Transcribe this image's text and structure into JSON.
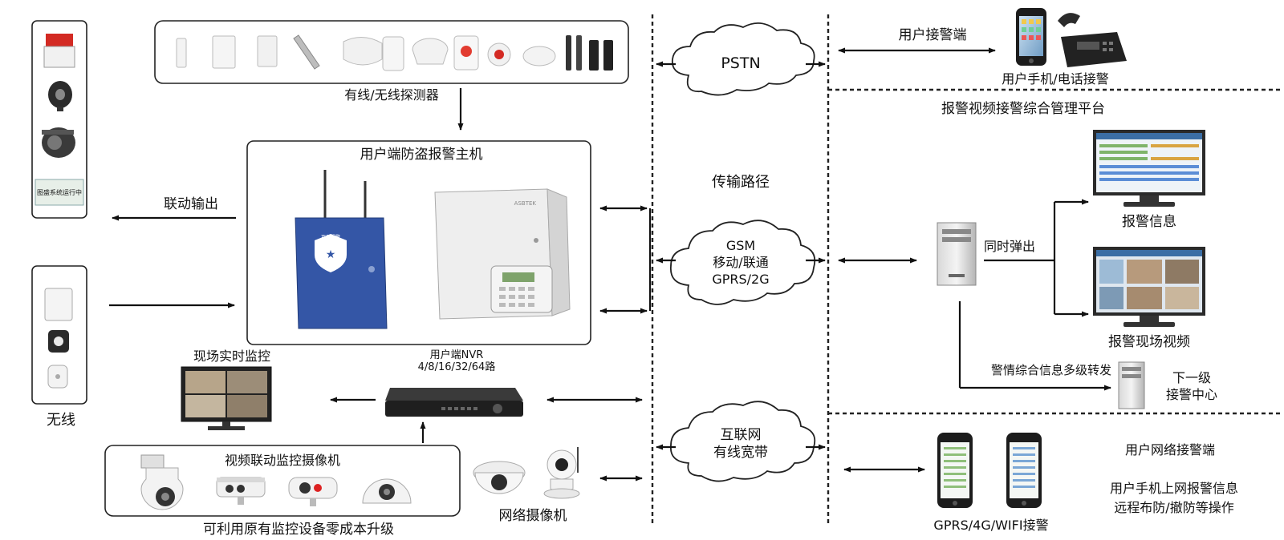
{
  "labels": {
    "detectors": "有线/无线探测器",
    "host": "用户端防盗报警主机",
    "linkage_output": "联动输出",
    "wireless": "无线",
    "realtime_monitor": "现场实时监控",
    "nvr_title": "用户端NVR",
    "nvr_channels": "4/8/16/32/64路",
    "video_cams": "视频联动监控摄像机",
    "upgrade": "可利用原有监控设备零成本升级",
    "network_camera": "网络摄像机",
    "transmission": "传输路径",
    "pstn": "PSTN",
    "gsm_1": "GSM",
    "gsm_2": "移动/联通",
    "gsm_3": "GPRS/2G",
    "internet_1": "互联网",
    "internet_2": "有线宽带",
    "user_receiver": "用户接警端",
    "user_phone": "用户手机/电话接警",
    "platform": "报警视频接警综合管理平台",
    "alarm_info": "报警信息",
    "popup": "同时弹出",
    "alarm_video": "报警现场视频",
    "forward": "警情综合信息多级转发",
    "lower_1": "下一级",
    "lower_2": "接警中心",
    "net_receiver": "用户网络接警端",
    "net_desc_1": "用户手机上网报警信息",
    "net_desc_2": "远程布防/撤防等操作",
    "mobile_receive": "GPRS/4G/WIFI接警"
  },
  "devices": {
    "host_brand": "ASBTEK",
    "alarm_sign": "图盛系统运行中",
    "badge_text": "百保报警"
  }
}
